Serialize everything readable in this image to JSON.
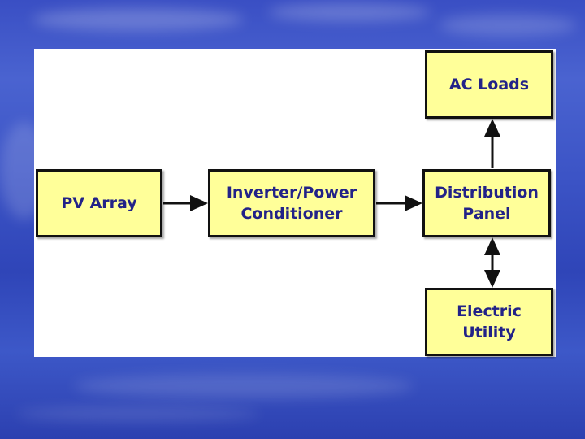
{
  "diagram": {
    "nodes": {
      "pv_array": "PV Array",
      "inverter": "Inverter/Power\nConditioner",
      "distribution": "Distribution\nPanel",
      "ac_loads": "AC Loads",
      "utility": "Electric\nUtility"
    },
    "edges": [
      {
        "from": "pv_array",
        "to": "inverter",
        "direction": "forward"
      },
      {
        "from": "inverter",
        "to": "distribution",
        "direction": "forward"
      },
      {
        "from": "distribution",
        "to": "ac_loads",
        "direction": "forward"
      },
      {
        "from": "distribution",
        "to": "utility",
        "direction": "bidirectional"
      }
    ],
    "colors": {
      "box_fill": "#ffff99",
      "box_border": "#111111",
      "text": "#222288",
      "arrow": "#111111",
      "canvas": "#ffffff"
    }
  }
}
